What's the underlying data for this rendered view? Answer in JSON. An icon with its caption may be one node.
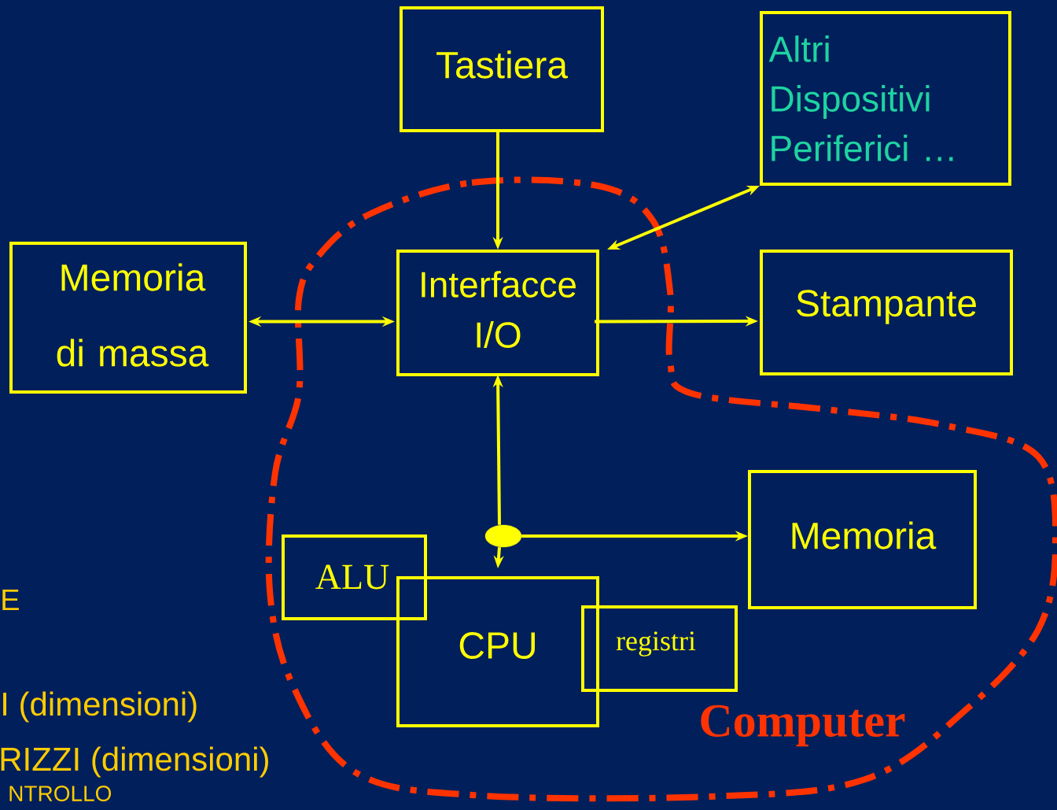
{
  "diagram": {
    "nodes": [
      {
        "text": [
          "Tastiera"
        ]
      },
      {
        "text": [
          "Altri Dispositivi Periferici …"
        ]
      },
      {
        "text": [
          "Memoria di massa"
        ]
      },
      {
        "text": [
          "Interfacce I/O"
        ]
      },
      {
        "text": [
          "Stampante"
        ]
      },
      {
        "text": [],
        "shape": "circle"
      },
      {
        "text": [
          "Memoria"
        ]
      },
      {
        "text": [
          "ALU"
        ]
      },
      {
        "text": [
          "CPU"
        ]
      },
      {
        "text": [
          "registri"
        ]
      }
    ],
    "edges": [
      {
        "from": 0,
        "to": 3,
        "arrow": "to"
      },
      {
        "from": 3,
        "to": 1,
        "arrow": "both"
      },
      {
        "from": 2,
        "to": 3,
        "arrow": "both"
      },
      {
        "from": 3,
        "to": 4,
        "arrow": "to"
      },
      {
        "from": 5,
        "to": 3,
        "arrow": "to"
      },
      {
        "from": 5,
        "to": 8,
        "arrow": "to"
      },
      {
        "from": 5,
        "to": 6,
        "arrow": "to"
      }
    ],
    "labels": [
      "Computer",
      "E",
      "I (dimensioni)",
      "RIZZI (dimensioni)",
      "NTROLLO"
    ]
  }
}
